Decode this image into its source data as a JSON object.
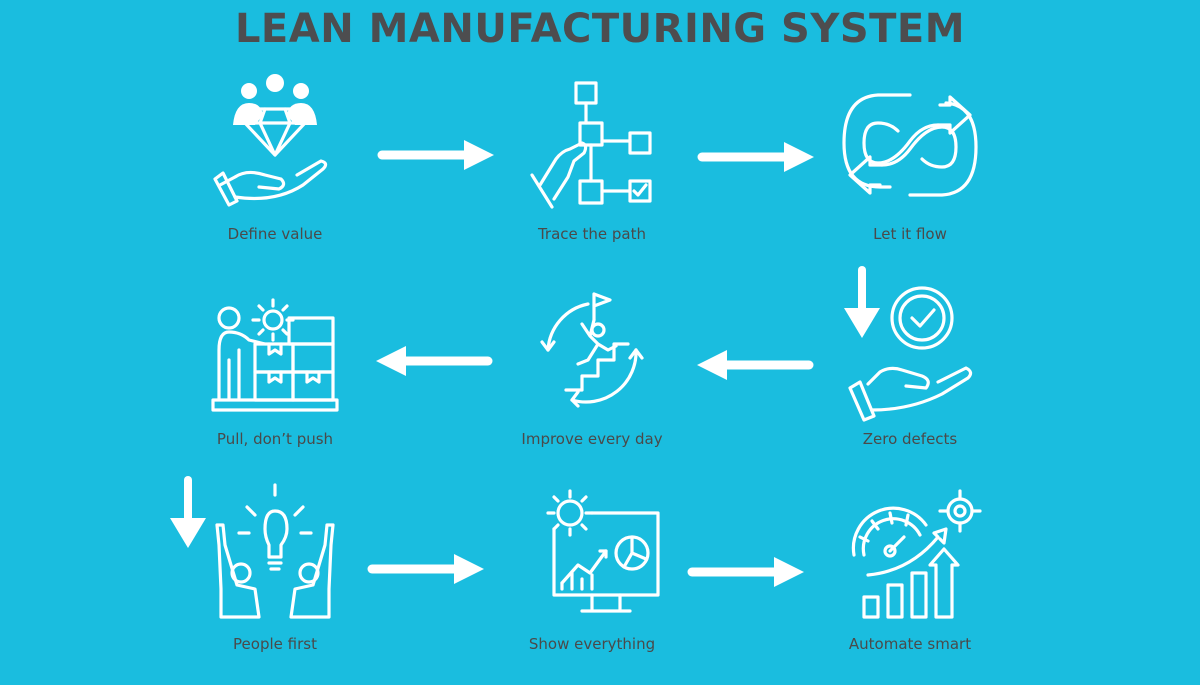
{
  "title": "LEAN MANUFACTURING SYSTEM",
  "steps": [
    {
      "label": "Define value",
      "icon": "diamond-team-hand-icon"
    },
    {
      "label": "Trace the path",
      "icon": "flowchart-hand-icon"
    },
    {
      "label": "Let it flow",
      "icon": "infinity-arrows-icon"
    },
    {
      "label": "Zero defects",
      "icon": "checkmark-hand-icon"
    },
    {
      "label": "Improve every day",
      "icon": "climbing-stairs-icon"
    },
    {
      "label": "Pull, don’t push",
      "icon": "worker-boxes-gear-icon"
    },
    {
      "label": "People first",
      "icon": "people-lightbulb-icon"
    },
    {
      "label": "Show everything",
      "icon": "monitor-charts-gear-icon"
    },
    {
      "label": "Automate smart",
      "icon": "gauge-growth-target-icon"
    }
  ],
  "colors": {
    "background": "#1ABDDF",
    "title": "#4D4D4F",
    "label": "#4A4A4A",
    "icons": "#FFFFFF"
  }
}
